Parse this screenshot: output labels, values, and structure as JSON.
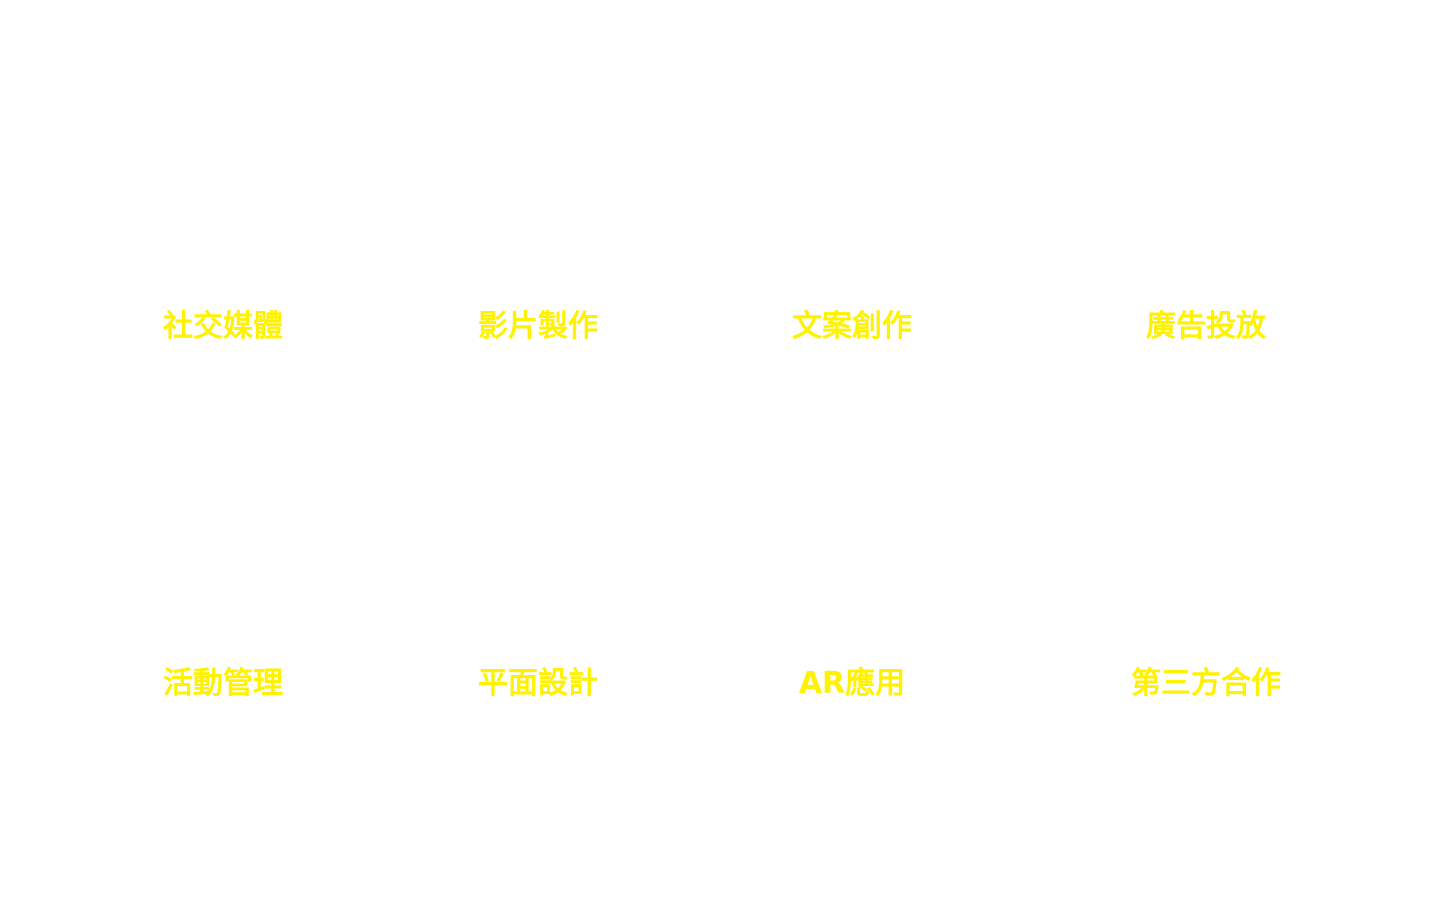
{
  "accent_color": "#FFF200",
  "services": [
    {
      "label": "社交媒體"
    },
    {
      "label": "影片製作"
    },
    {
      "label": "文案創作"
    },
    {
      "label": "廣告投放"
    },
    {
      "label": "活動管理"
    },
    {
      "label": "平面設計"
    },
    {
      "label": "AR應用"
    },
    {
      "label": "第三方合作"
    }
  ]
}
